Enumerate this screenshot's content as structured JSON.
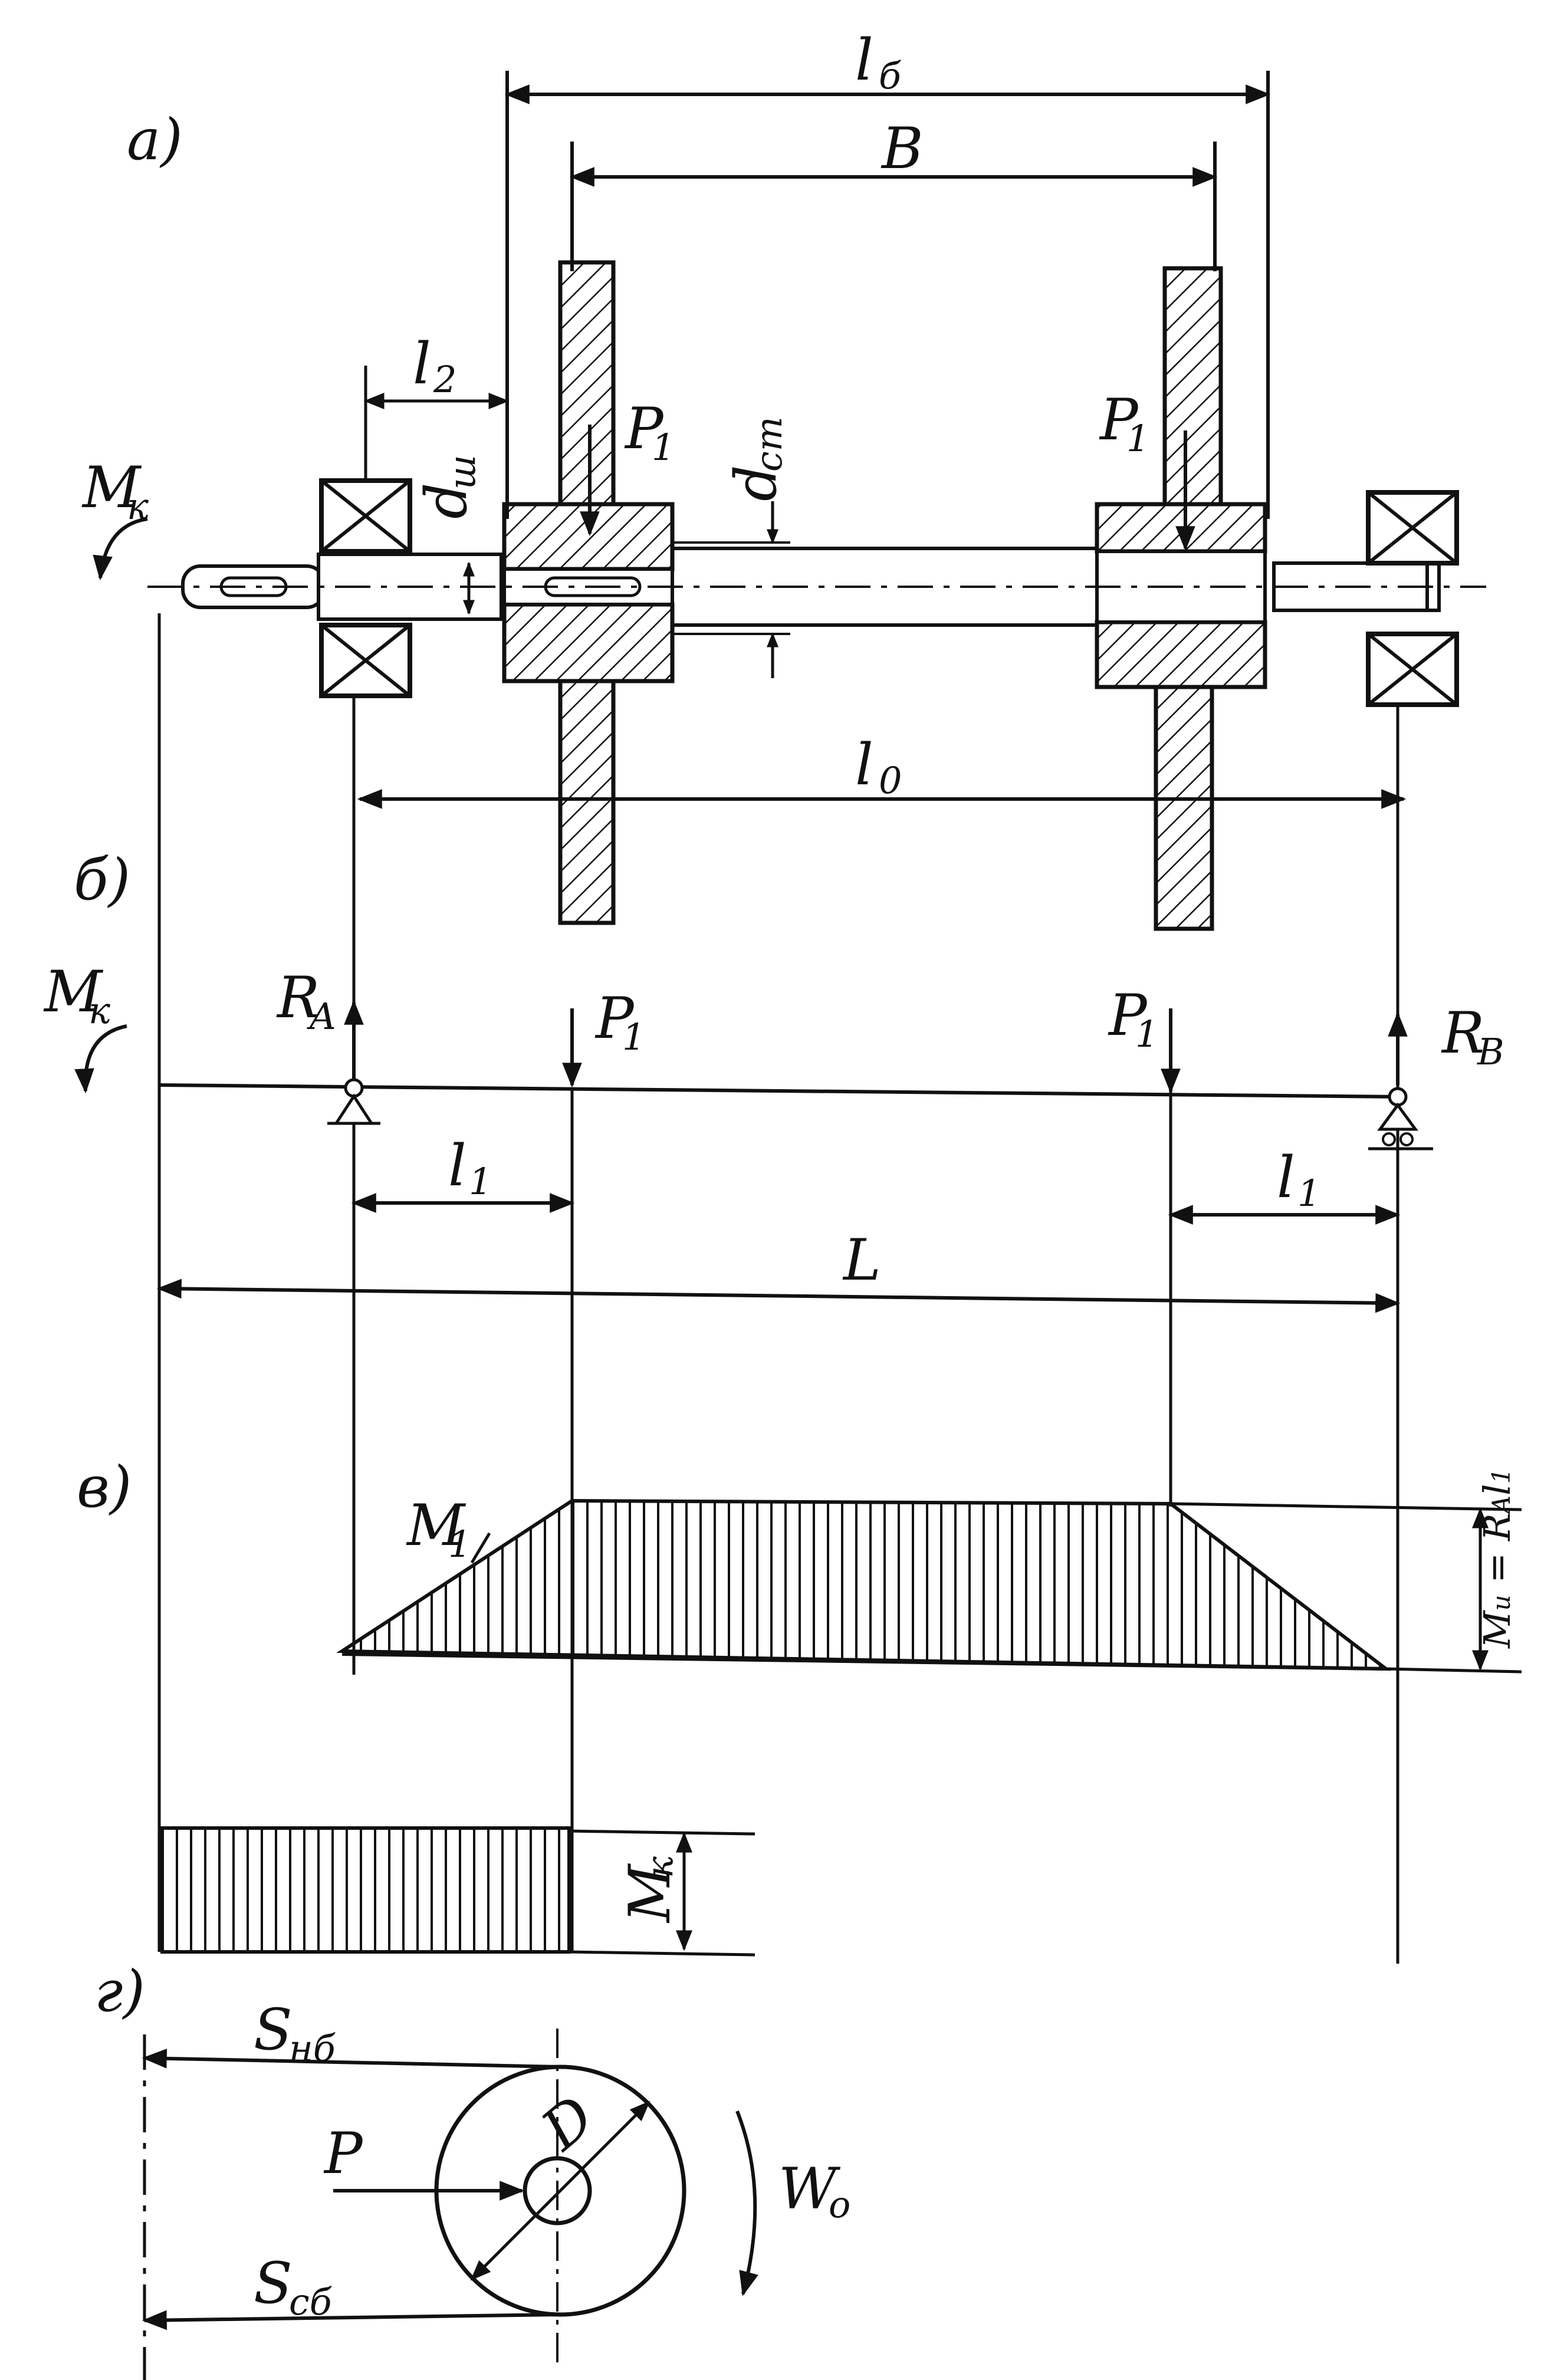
{
  "panel_labels": {
    "a": "a)",
    "b": "б)",
    "v": "в)",
    "g": "г)"
  },
  "dims": {
    "l_b_main": "l",
    "l_b_sub": "б",
    "B": "B",
    "l2_main": "l",
    "l2_sub": "2",
    "l0_main": "l",
    "l0_sub": "0",
    "l1_main": "l",
    "l1_sub": "1",
    "L": "L",
    "d_sh_main": "d",
    "d_sh_sub": "ш",
    "d_st_main": "d",
    "d_st_sub": "ст",
    "D": "D"
  },
  "loads": {
    "P1_main": "P",
    "P1_sub": "1",
    "RA_main": "R",
    "RA_sub": "A",
    "RB_main": "R",
    "RB_sub": "B",
    "Mk_main": "M",
    "Mk_sub": "к",
    "P": "P"
  },
  "moment_diagram": {
    "M1_main": "M",
    "M1_sub": "1",
    "Mu_label": "M",
    "Mu_sub": "и",
    "Mu_eq": " = R",
    "Mu_eq_sub": "A",
    "Mu_tail": "l",
    "Mu_tail_sub": "1"
  },
  "belt_forces": {
    "S_nb_main": "S",
    "S_nb_sub": "нб",
    "S_sb_main": "S",
    "S_sb_sub": "cб",
    "W0_main": "W",
    "W0_sub": "o"
  },
  "colors": {
    "ink": "#111111",
    "paper": "#ffffff"
  }
}
